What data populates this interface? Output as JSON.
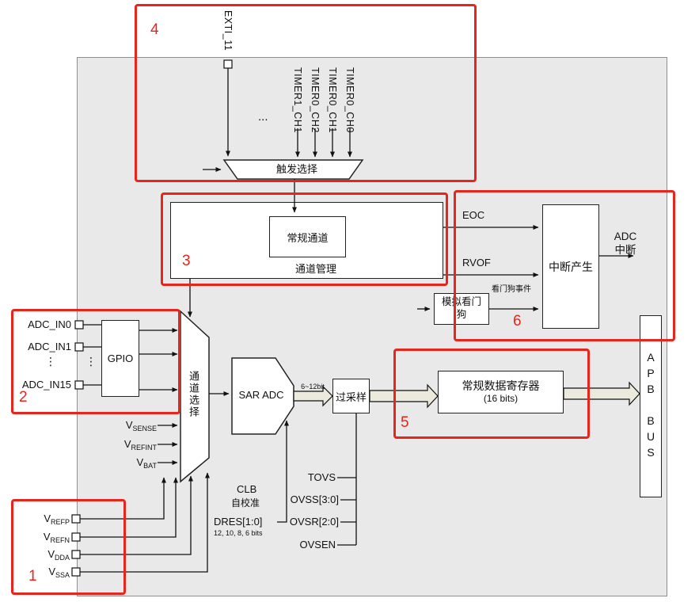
{
  "regions": {
    "r1": "1",
    "r2": "2",
    "r3": "3",
    "r4": "4",
    "r5": "5",
    "r6": "6"
  },
  "trigger": {
    "exti": "EXTI_11",
    "ellipsis": "...",
    "timers": [
      "TIMER1_CH1",
      "TIMER0_CH2",
      "TIMER0_CH1",
      "TIMER0_CH0"
    ],
    "mux_label": "触发选择"
  },
  "channel": {
    "management_label": "通道管理",
    "regular_channel": "常规通道",
    "select_label": "通道选择"
  },
  "interrupt": {
    "eoc": "EOC",
    "rvof": "RVOF",
    "watchdog_event": "看门狗事件",
    "analog_watchdog": "模拟看门狗",
    "generator": "中断产生",
    "adc_int_line1": "ADC",
    "adc_int_line2": "中断"
  },
  "inputs": {
    "adc_in0": "ADC_IN0",
    "adc_in1": "ADC_IN1",
    "adc_in15": "ADC_IN15",
    "dots": "⋮",
    "gpio": "GPIO",
    "vsense": [
      "V",
      "SENSE"
    ],
    "vrefint": [
      "V",
      "REFINT"
    ],
    "vbat": [
      "V",
      "BAT"
    ]
  },
  "core": {
    "sar_adc": "SAR ADC",
    "res_range": "6~12bit",
    "oversample": "过采样",
    "data_reg_line1": "常规数据寄存器",
    "data_reg_line2": "(16 bits)",
    "apb_bus": "APB BUS",
    "clb": "CLB",
    "self_cal": "自校准",
    "dres": "DRES[1:0]",
    "dres_bits": "12, 10, 8, 6 bits",
    "tovs": "TOVS",
    "ovss": "OVSS[3:0]",
    "ovsr": "OVSR[2:0]",
    "ovsen": "OVSEN"
  },
  "power": {
    "vrefp": [
      "V",
      "REFP"
    ],
    "vrefn": [
      "V",
      "REFN"
    ],
    "vdda": [
      "V",
      "DDA"
    ],
    "vssa": [
      "V",
      "SSA"
    ]
  }
}
